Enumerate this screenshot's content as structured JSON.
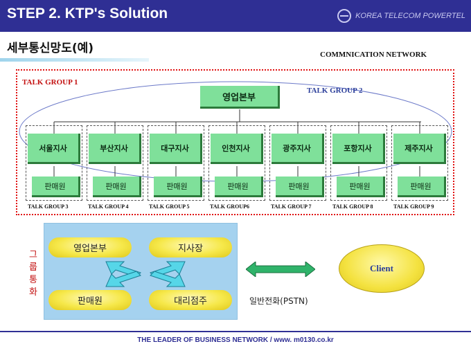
{
  "header": {
    "title": "STEP 2.  KTP's Solution",
    "brand": "KOREA TELECOM POWERTEL"
  },
  "subtitle": "세부통신망도(예)",
  "network_label": "COMMNICATION NETWORK",
  "talk_groups": {
    "tg1": "TALK GROUP 1",
    "tg2": "TALK GROUP 2"
  },
  "hq": "영업본부",
  "branches": [
    {
      "name": "서울지사",
      "sales": "판매원",
      "group": "TALK GROUP 3"
    },
    {
      "name": "부산지사",
      "sales": "판매원",
      "group": "TALK GROUP 4"
    },
    {
      "name": "대구지사",
      "sales": "판매원",
      "group": "TALK GROUP 5"
    },
    {
      "name": "인천지사",
      "sales": "판매원",
      "group": "TALK GROUP6"
    },
    {
      "name": "광주지사",
      "sales": "판매원",
      "group": "TALK GROUP 7"
    },
    {
      "name": "포항지사",
      "sales": "판매원",
      "group": "TALK GROUP 8"
    },
    {
      "name": "제주지사",
      "sales": "판매원",
      "group": "TALK GROUP 9"
    }
  ],
  "bottom": {
    "group_call": "그룹통화",
    "top_left": "영업본부",
    "top_right": "지사장",
    "bottom_left": "판매원",
    "bottom_right": "대리점주",
    "pstn": "일반전화(PSTN)",
    "client": "Client"
  },
  "footer": "THE LEADER OF BUSINESS NETWORK / www. m0130.co.kr",
  "colors": {
    "header": "#2f2f94",
    "node": "#7fe09a",
    "panel": "#a5d2ef",
    "accent_red": "#e01010"
  }
}
